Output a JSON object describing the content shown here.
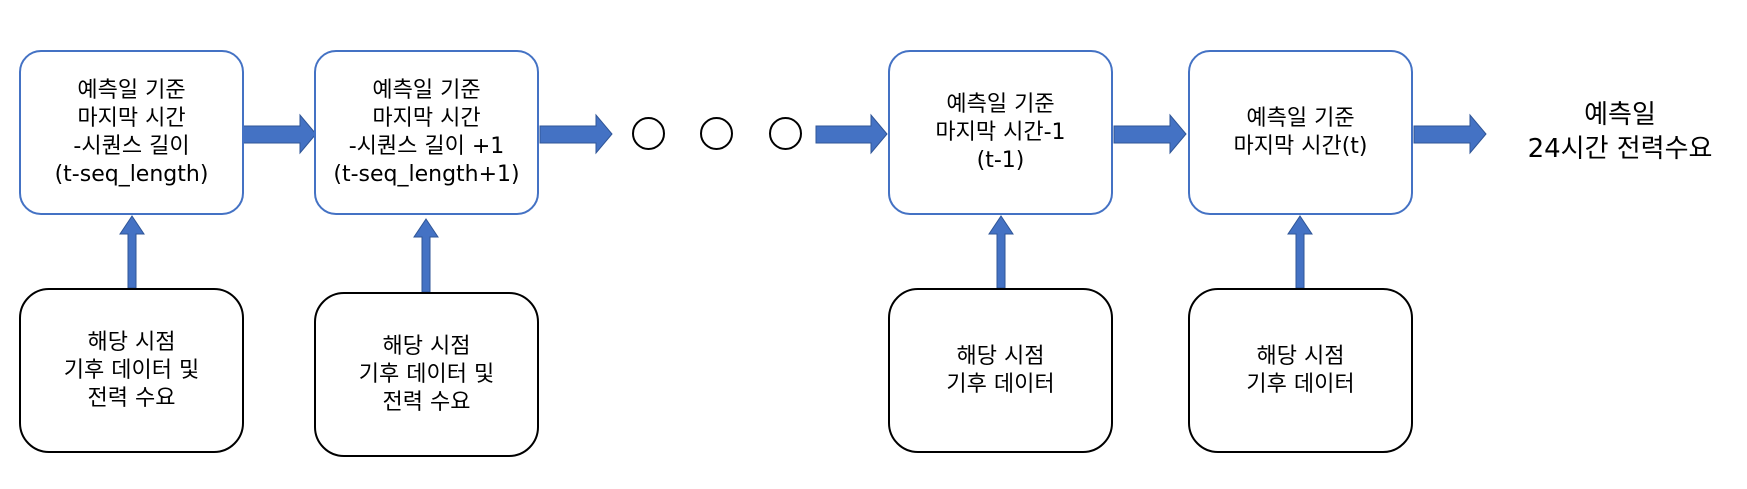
{
  "colors": {
    "accent": "#4472C4",
    "input_border": "#000000",
    "text": "#000000"
  },
  "steps": [
    {
      "text": "예측일 기준\n마지막 시간\n-시퀀스 길이\n(t-seq_length)"
    },
    {
      "text": "예측일 기준\n마지막 시간\n-시퀀스 길이 +1\n(t-seq_length+1)"
    },
    {
      "text": "예측일 기준\n마지막 시간-1\n(t-1)"
    },
    {
      "text": "예측일 기준\n마지막 시간(t)"
    }
  ],
  "inputs": [
    {
      "text": "해당 시점\n기후 데이터 및\n전력 수요"
    },
    {
      "text": "해당 시점\n기후 데이터 및\n전력 수요"
    },
    {
      "text": "해당 시점\n기후 데이터"
    },
    {
      "text": "해당 시점\n기후 데이터"
    }
  ],
  "output": {
    "text": "예측일\n24시간 전력수요"
  },
  "ellipsis_dot_count": 3
}
